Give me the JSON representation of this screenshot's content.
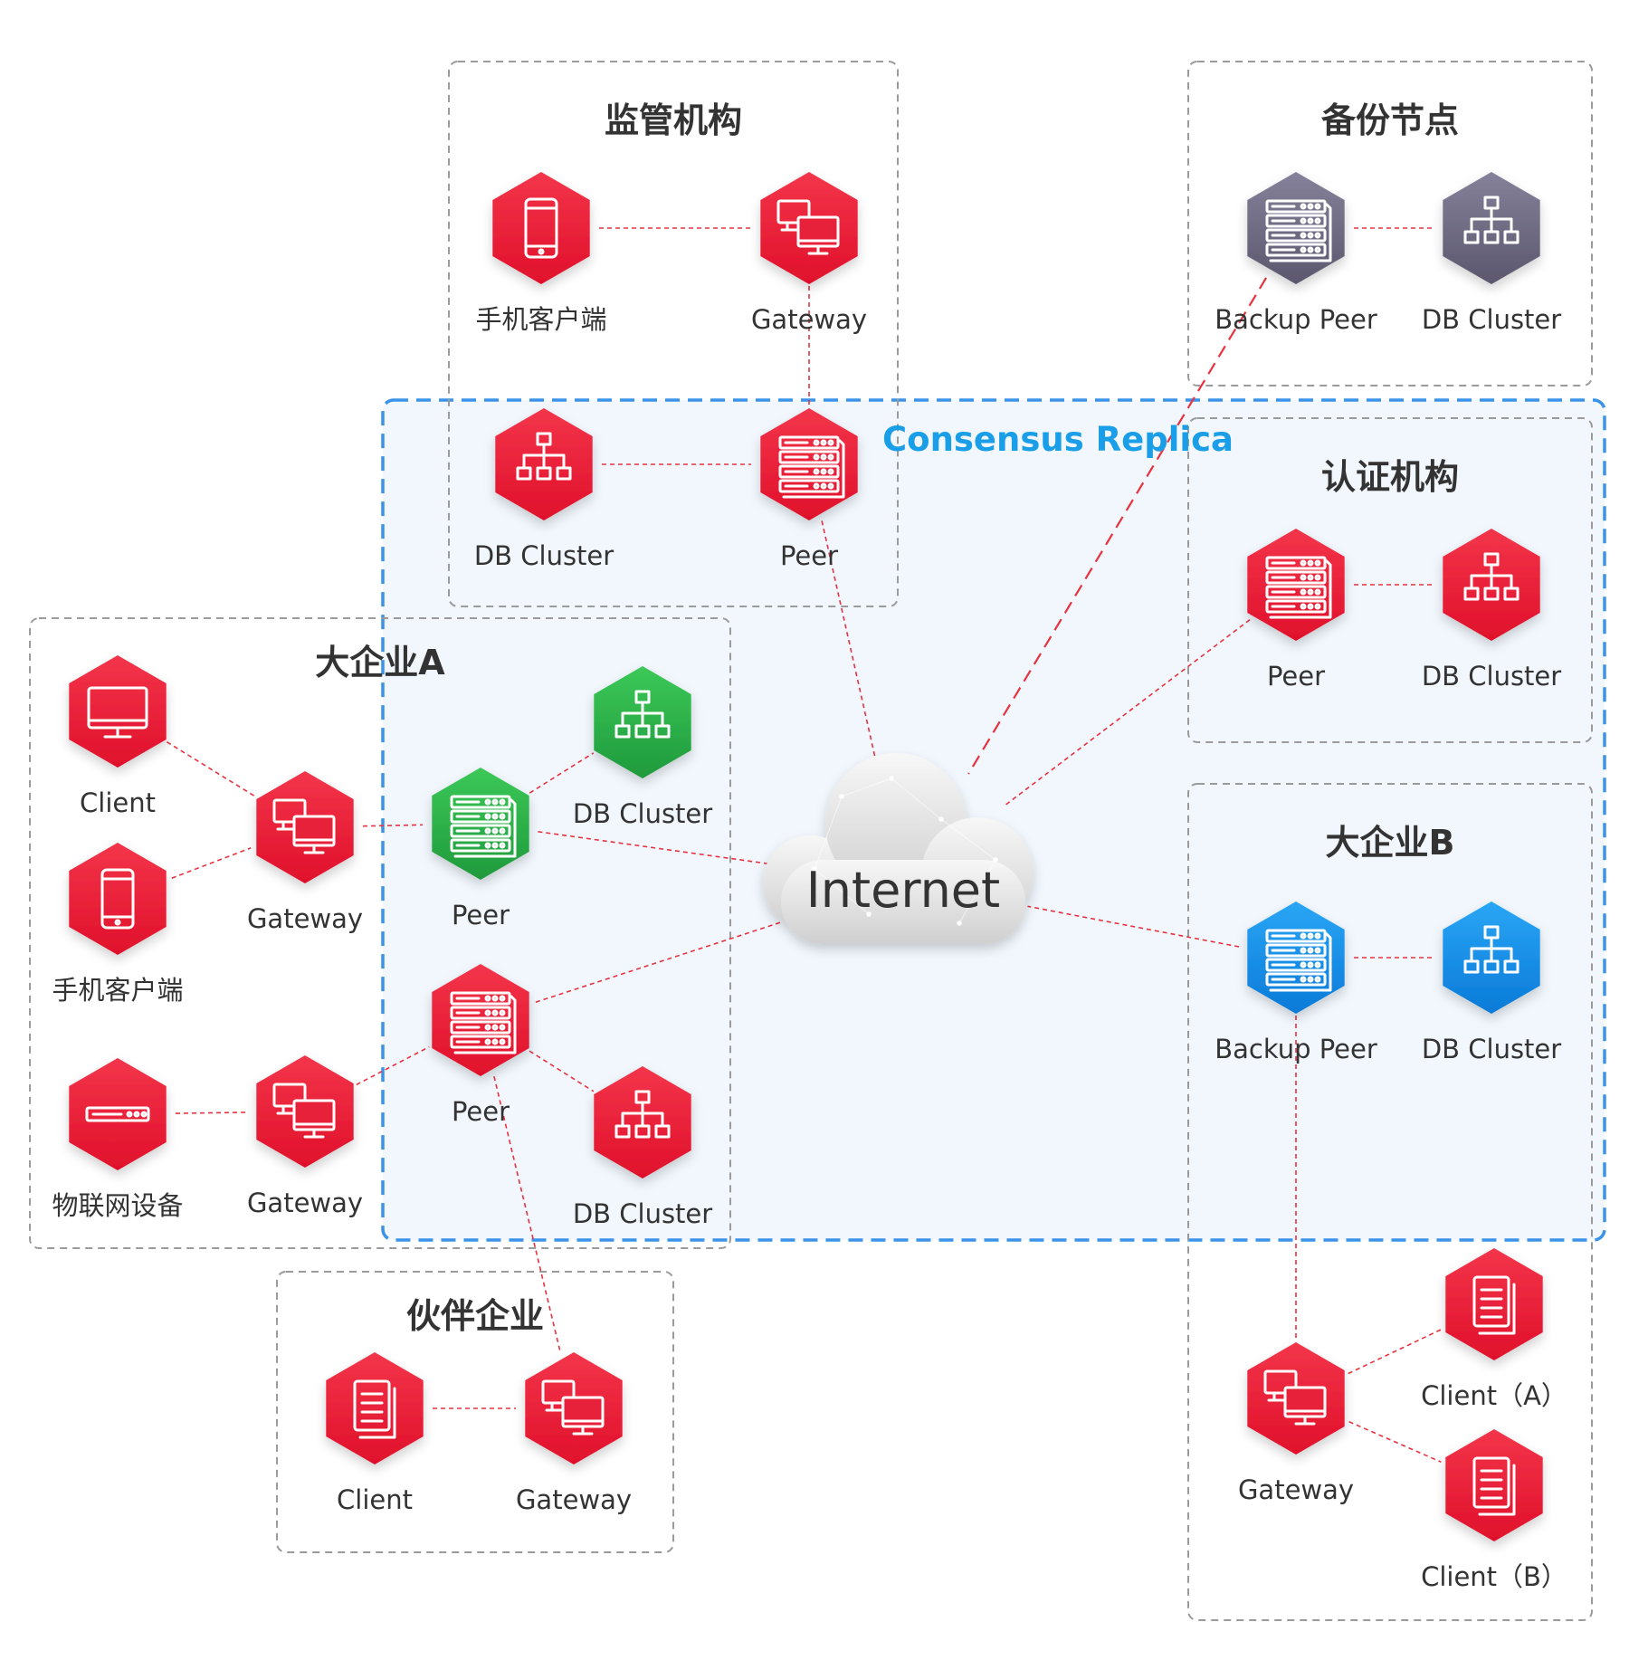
{
  "colors": {
    "node_red": "#e8213a",
    "node_green": "#2bb34a",
    "node_blue": "#1491ec",
    "node_gray": "#6f6b82",
    "link": "#e8323f",
    "replica_border": "#3a93e8",
    "replica_title": "#1a9ee8"
  },
  "replica": {
    "title": "Consensus Replica"
  },
  "internet": {
    "label": "Internet",
    "icon": "cloud-icon"
  },
  "groups": [
    {
      "id": "regulator",
      "title": "监管机构",
      "nodes": [
        {
          "id": "reg-mobile",
          "label": "手机客户端",
          "icon": "mobile-icon",
          "color": "red"
        },
        {
          "id": "reg-gateway",
          "label": "Gateway",
          "icon": "gateway-icon",
          "color": "red"
        },
        {
          "id": "reg-db",
          "label": "DB Cluster",
          "icon": "db-cluster-icon",
          "color": "red"
        },
        {
          "id": "reg-peer",
          "label": "Peer",
          "icon": "server-icon",
          "color": "red"
        }
      ]
    },
    {
      "id": "backup",
      "title": "备份节点",
      "nodes": [
        {
          "id": "bak-peer",
          "label": "Backup Peer",
          "icon": "server-icon",
          "color": "gray"
        },
        {
          "id": "bak-db",
          "label": "DB Cluster",
          "icon": "db-cluster-icon",
          "color": "gray"
        }
      ]
    },
    {
      "id": "certauth",
      "title": "认证机构",
      "nodes": [
        {
          "id": "ca-peer",
          "label": "Peer",
          "icon": "server-icon",
          "color": "red"
        },
        {
          "id": "ca-db",
          "label": "DB Cluster",
          "icon": "db-cluster-icon",
          "color": "red"
        }
      ]
    },
    {
      "id": "enta",
      "title": "大企业A",
      "nodes": [
        {
          "id": "a-client",
          "label": "Client",
          "icon": "monitor-icon",
          "color": "red"
        },
        {
          "id": "a-mobile",
          "label": "手机客户端",
          "icon": "mobile-icon",
          "color": "red"
        },
        {
          "id": "a-gateway1",
          "label": "Gateway",
          "icon": "gateway-icon",
          "color": "red"
        },
        {
          "id": "a-iot",
          "label": "物联网设备",
          "icon": "iot-device-icon",
          "color": "red"
        },
        {
          "id": "a-gateway2",
          "label": "Gateway",
          "icon": "gateway-icon",
          "color": "red"
        },
        {
          "id": "a-peer1",
          "label": "Peer",
          "icon": "server-icon",
          "color": "green"
        },
        {
          "id": "a-db1",
          "label": "DB Cluster",
          "icon": "db-cluster-icon",
          "color": "green"
        },
        {
          "id": "a-peer2",
          "label": "Peer",
          "icon": "server-icon",
          "color": "red"
        },
        {
          "id": "a-db2",
          "label": "DB Cluster",
          "icon": "db-cluster-icon",
          "color": "red"
        }
      ]
    },
    {
      "id": "entb",
      "title": "大企业B",
      "nodes": [
        {
          "id": "b-peer",
          "label": "Backup Peer",
          "icon": "server-icon",
          "color": "blue"
        },
        {
          "id": "b-db",
          "label": "DB Cluster",
          "icon": "db-cluster-icon",
          "color": "blue"
        },
        {
          "id": "b-gateway",
          "label": "Gateway",
          "icon": "gateway-icon",
          "color": "red"
        },
        {
          "id": "b-client-a",
          "label": "Client（A）",
          "icon": "document-icon",
          "color": "red"
        },
        {
          "id": "b-client-b",
          "label": "Client（B）",
          "icon": "document-icon",
          "color": "red"
        }
      ]
    },
    {
      "id": "partner",
      "title": "伙伴企业",
      "nodes": [
        {
          "id": "p-client",
          "label": "Client",
          "icon": "document-icon",
          "color": "red"
        },
        {
          "id": "p-gateway",
          "label": "Gateway",
          "icon": "gateway-icon",
          "color": "red"
        }
      ]
    }
  ],
  "links": [
    [
      "reg-mobile",
      "reg-gateway"
    ],
    [
      "reg-gateway",
      "reg-peer"
    ],
    [
      "reg-db",
      "reg-peer"
    ],
    [
      "bak-peer",
      "bak-db"
    ],
    [
      "ca-peer",
      "ca-db"
    ],
    [
      "a-client",
      "a-gateway1"
    ],
    [
      "a-mobile",
      "a-gateway1"
    ],
    [
      "a-gateway1",
      "a-peer1"
    ],
    [
      "a-peer1",
      "a-db1"
    ],
    [
      "a-iot",
      "a-gateway2"
    ],
    [
      "a-gateway2",
      "a-peer2"
    ],
    [
      "a-peer2",
      "a-db2"
    ],
    [
      "b-peer",
      "b-db"
    ],
    [
      "b-peer",
      "b-gateway"
    ],
    [
      "b-gateway",
      "b-client-a"
    ],
    [
      "b-gateway",
      "b-client-b"
    ],
    [
      "p-client",
      "p-gateway"
    ],
    [
      "a-peer2",
      "p-gateway"
    ],
    [
      "reg-peer",
      "internet"
    ],
    [
      "a-peer1",
      "internet"
    ],
    [
      "a-peer2",
      "internet"
    ],
    [
      "ca-peer",
      "internet"
    ],
    [
      "b-peer",
      "internet"
    ],
    [
      "bak-peer",
      "internet"
    ]
  ]
}
